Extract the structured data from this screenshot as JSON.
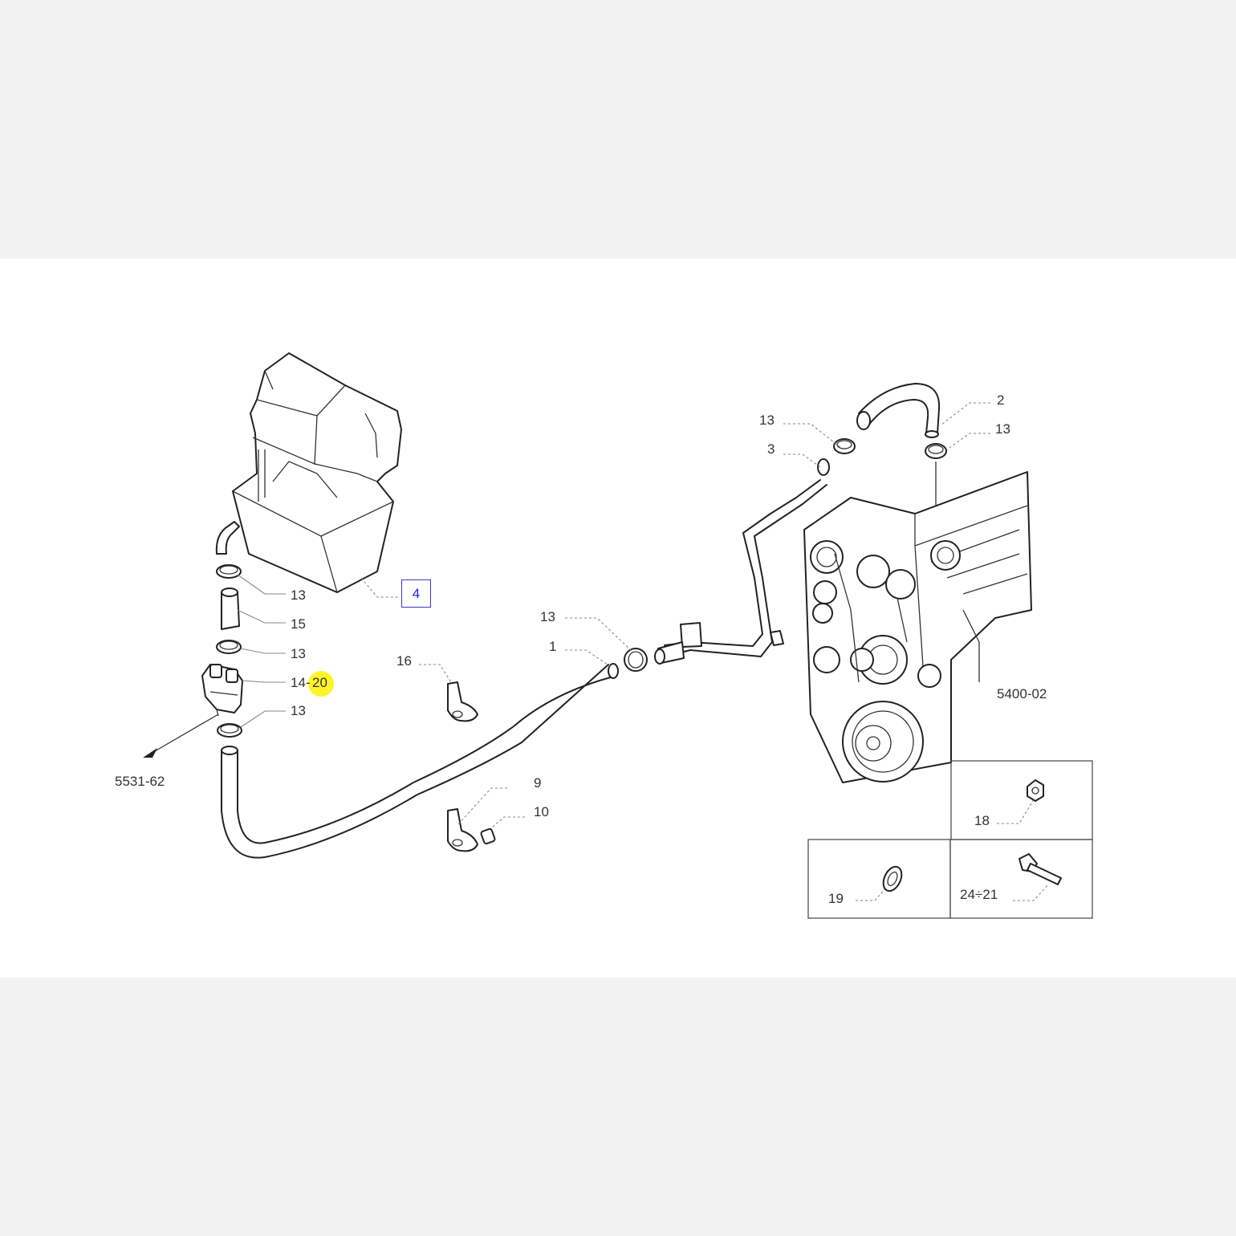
{
  "labels": {
    "l13a": "13",
    "l15": "15",
    "l13b": "13",
    "l14": "14-",
    "l20": "20",
    "l13c": "13",
    "l5531": "5531-62",
    "l4": "4",
    "l16": "16",
    "l13d": "13",
    "l1": "1",
    "l9": "9",
    "l10": "10",
    "l13e": "13",
    "l3": "3",
    "l2": "2",
    "l13f": "13",
    "l5400": "5400-02",
    "l18": "18",
    "l19": "19",
    "l24": "24÷21"
  },
  "colors": {
    "highlight": "#fff200",
    "link_text": "#1a1aff",
    "link_border": "#3a3ac8",
    "background_band": "#f2f2f2",
    "canvas": "#ffffff"
  }
}
